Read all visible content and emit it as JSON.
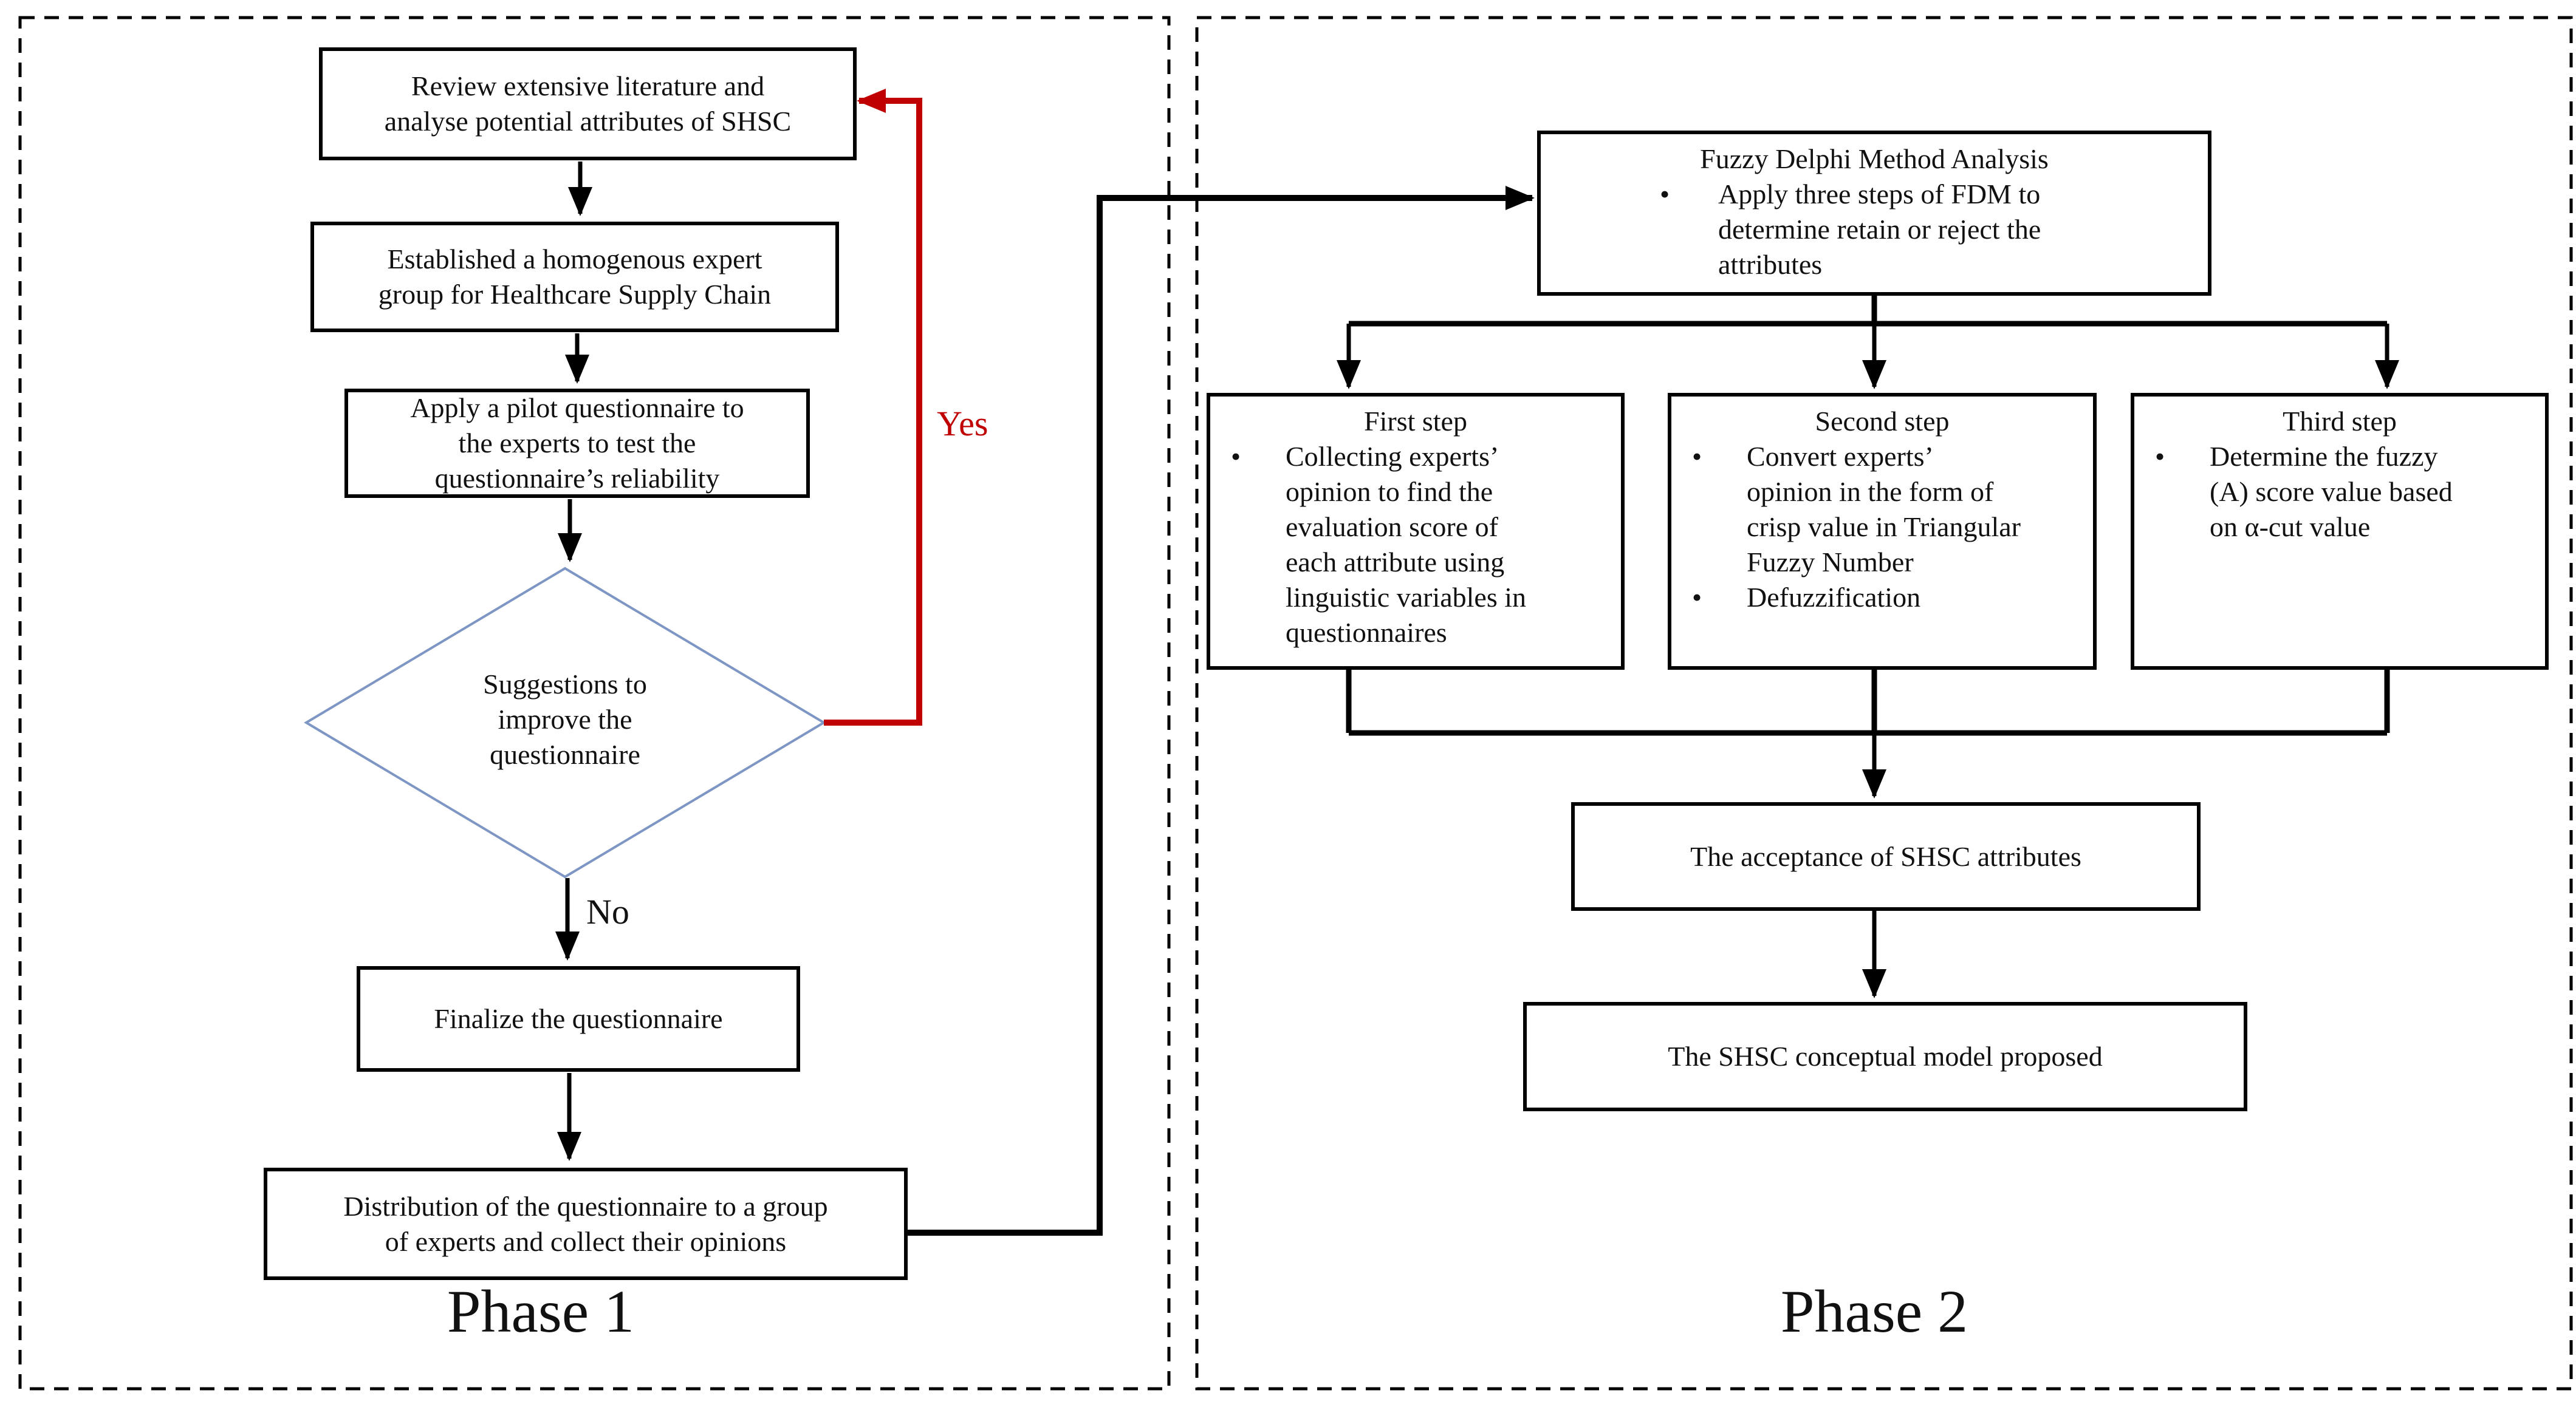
{
  "figure": {
    "phase1": {
      "label": "Phase 1",
      "review": {
        "lines": [
          "Review extensive literature and",
          "analyse potential attributes of SHSC"
        ]
      },
      "established": {
        "lines": [
          "Established a homogenous expert",
          "group for Healthcare Supply Chain"
        ]
      },
      "pilot": {
        "lines": [
          "Apply a pilot questionnaire to",
          "the experts to test the",
          "questionnaire’s reliability"
        ]
      },
      "decision": {
        "lines": [
          "Suggestions to",
          "improve the",
          "questionnaire"
        ],
        "yes_label": "Yes",
        "no_label": "No"
      },
      "finalize": {
        "lines": [
          "Finalize the questionnaire"
        ]
      },
      "distribution": {
        "lines": [
          "Distribution of the questionnaire to a group",
          "of experts and collect their opinions"
        ]
      }
    },
    "phase2": {
      "label": "Phase 2",
      "fdm": {
        "title": "Fuzzy Delphi Method Analysis",
        "bullets": [
          {
            "lines": [
              "Apply three steps of FDM to",
              "determine retain or reject the",
              "attributes"
            ]
          }
        ]
      },
      "step1": {
        "title": "First step",
        "bullets": [
          {
            "lines": [
              "Collecting experts’",
              "opinion to find the",
              "evaluation score of",
              "each attribute using",
              "linguistic variables in",
              "questionnaires"
            ]
          }
        ]
      },
      "step2": {
        "title": "Second step",
        "bullets": [
          {
            "lines": [
              "Convert experts’",
              "opinion in the form of",
              "crisp value in Triangular",
              "Fuzzy Number"
            ]
          },
          {
            "lines": [
              "Defuzzification"
            ]
          }
        ]
      },
      "step3": {
        "title": "Third step",
        "bullets": [
          {
            "lines": [
              "Determine the fuzzy",
              "(A) score value based",
              "on α-cut value"
            ]
          }
        ]
      },
      "acceptance": {
        "lines": [
          "The acceptance of SHSC attributes"
        ]
      },
      "conceptual": {
        "lines": [
          "The SHSC conceptual model proposed"
        ]
      }
    },
    "colors": {
      "line_black": "#000000",
      "accent_red": "#c00000",
      "diamond_stroke": "#7e96c3"
    }
  }
}
